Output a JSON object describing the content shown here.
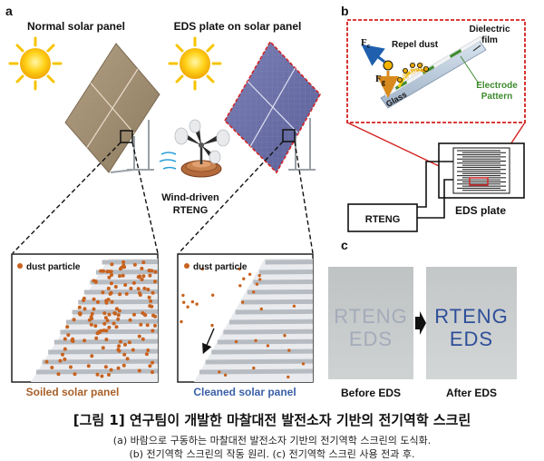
{
  "panel_letters": {
    "a": "a",
    "b": "b",
    "c": "c"
  },
  "panel_a": {
    "normal_title": "Normal solar panel",
    "eds_title": "EDS plate on solar panel",
    "rteng_label_line1": "Wind-driven",
    "rteng_label_line2": "RTENG",
    "soiled_legend": "dust particle",
    "cleaned_legend": "dust particle",
    "soiled_caption": "Soiled solar panel",
    "cleaned_caption": "Cleaned solar panel"
  },
  "panel_b": {
    "fc_label": "F",
    "fc_sub": "c",
    "fg_label": "F",
    "fg_sub": "g",
    "repel_label": "Repel dust",
    "efield_label": "E-field",
    "glass_label": "Glass",
    "dielectric_label_line1": "Dielectric",
    "dielectric_label_line2": "film",
    "electrode_label_line1": "Electrode",
    "electrode_label_line2": "Pattern",
    "rteng_box_label": "RTENG",
    "eds_plate_label": "EDS plate"
  },
  "panel_c": {
    "before_word1": "RTENG",
    "before_word2": "EDS",
    "after_word1": "RTENG",
    "after_word2": "EDS",
    "before_label": "Before EDS",
    "after_label": "After EDS"
  },
  "caption": {
    "title": "[그림 1] 연구팀이 개발한 마찰대전 발전소자 기반의 전기역학 스크린",
    "line1": "(a) 바람으로 구동하는 마찰대전 발전소자 기반의 전기역학 스크린의 도식화.",
    "line2": "(b) 전기역학 스크린의 작동 원리. (c) 전기역학 스크린 사용 전과 후."
  },
  "colors": {
    "dust": "#c8621e",
    "soiled_text": "#a8602a",
    "cleaned_text": "#3a5fa8",
    "red_dashed": "#d42020",
    "electrode_green": "#3f8a2e",
    "arrow_blue": "#1f5fae"
  }
}
